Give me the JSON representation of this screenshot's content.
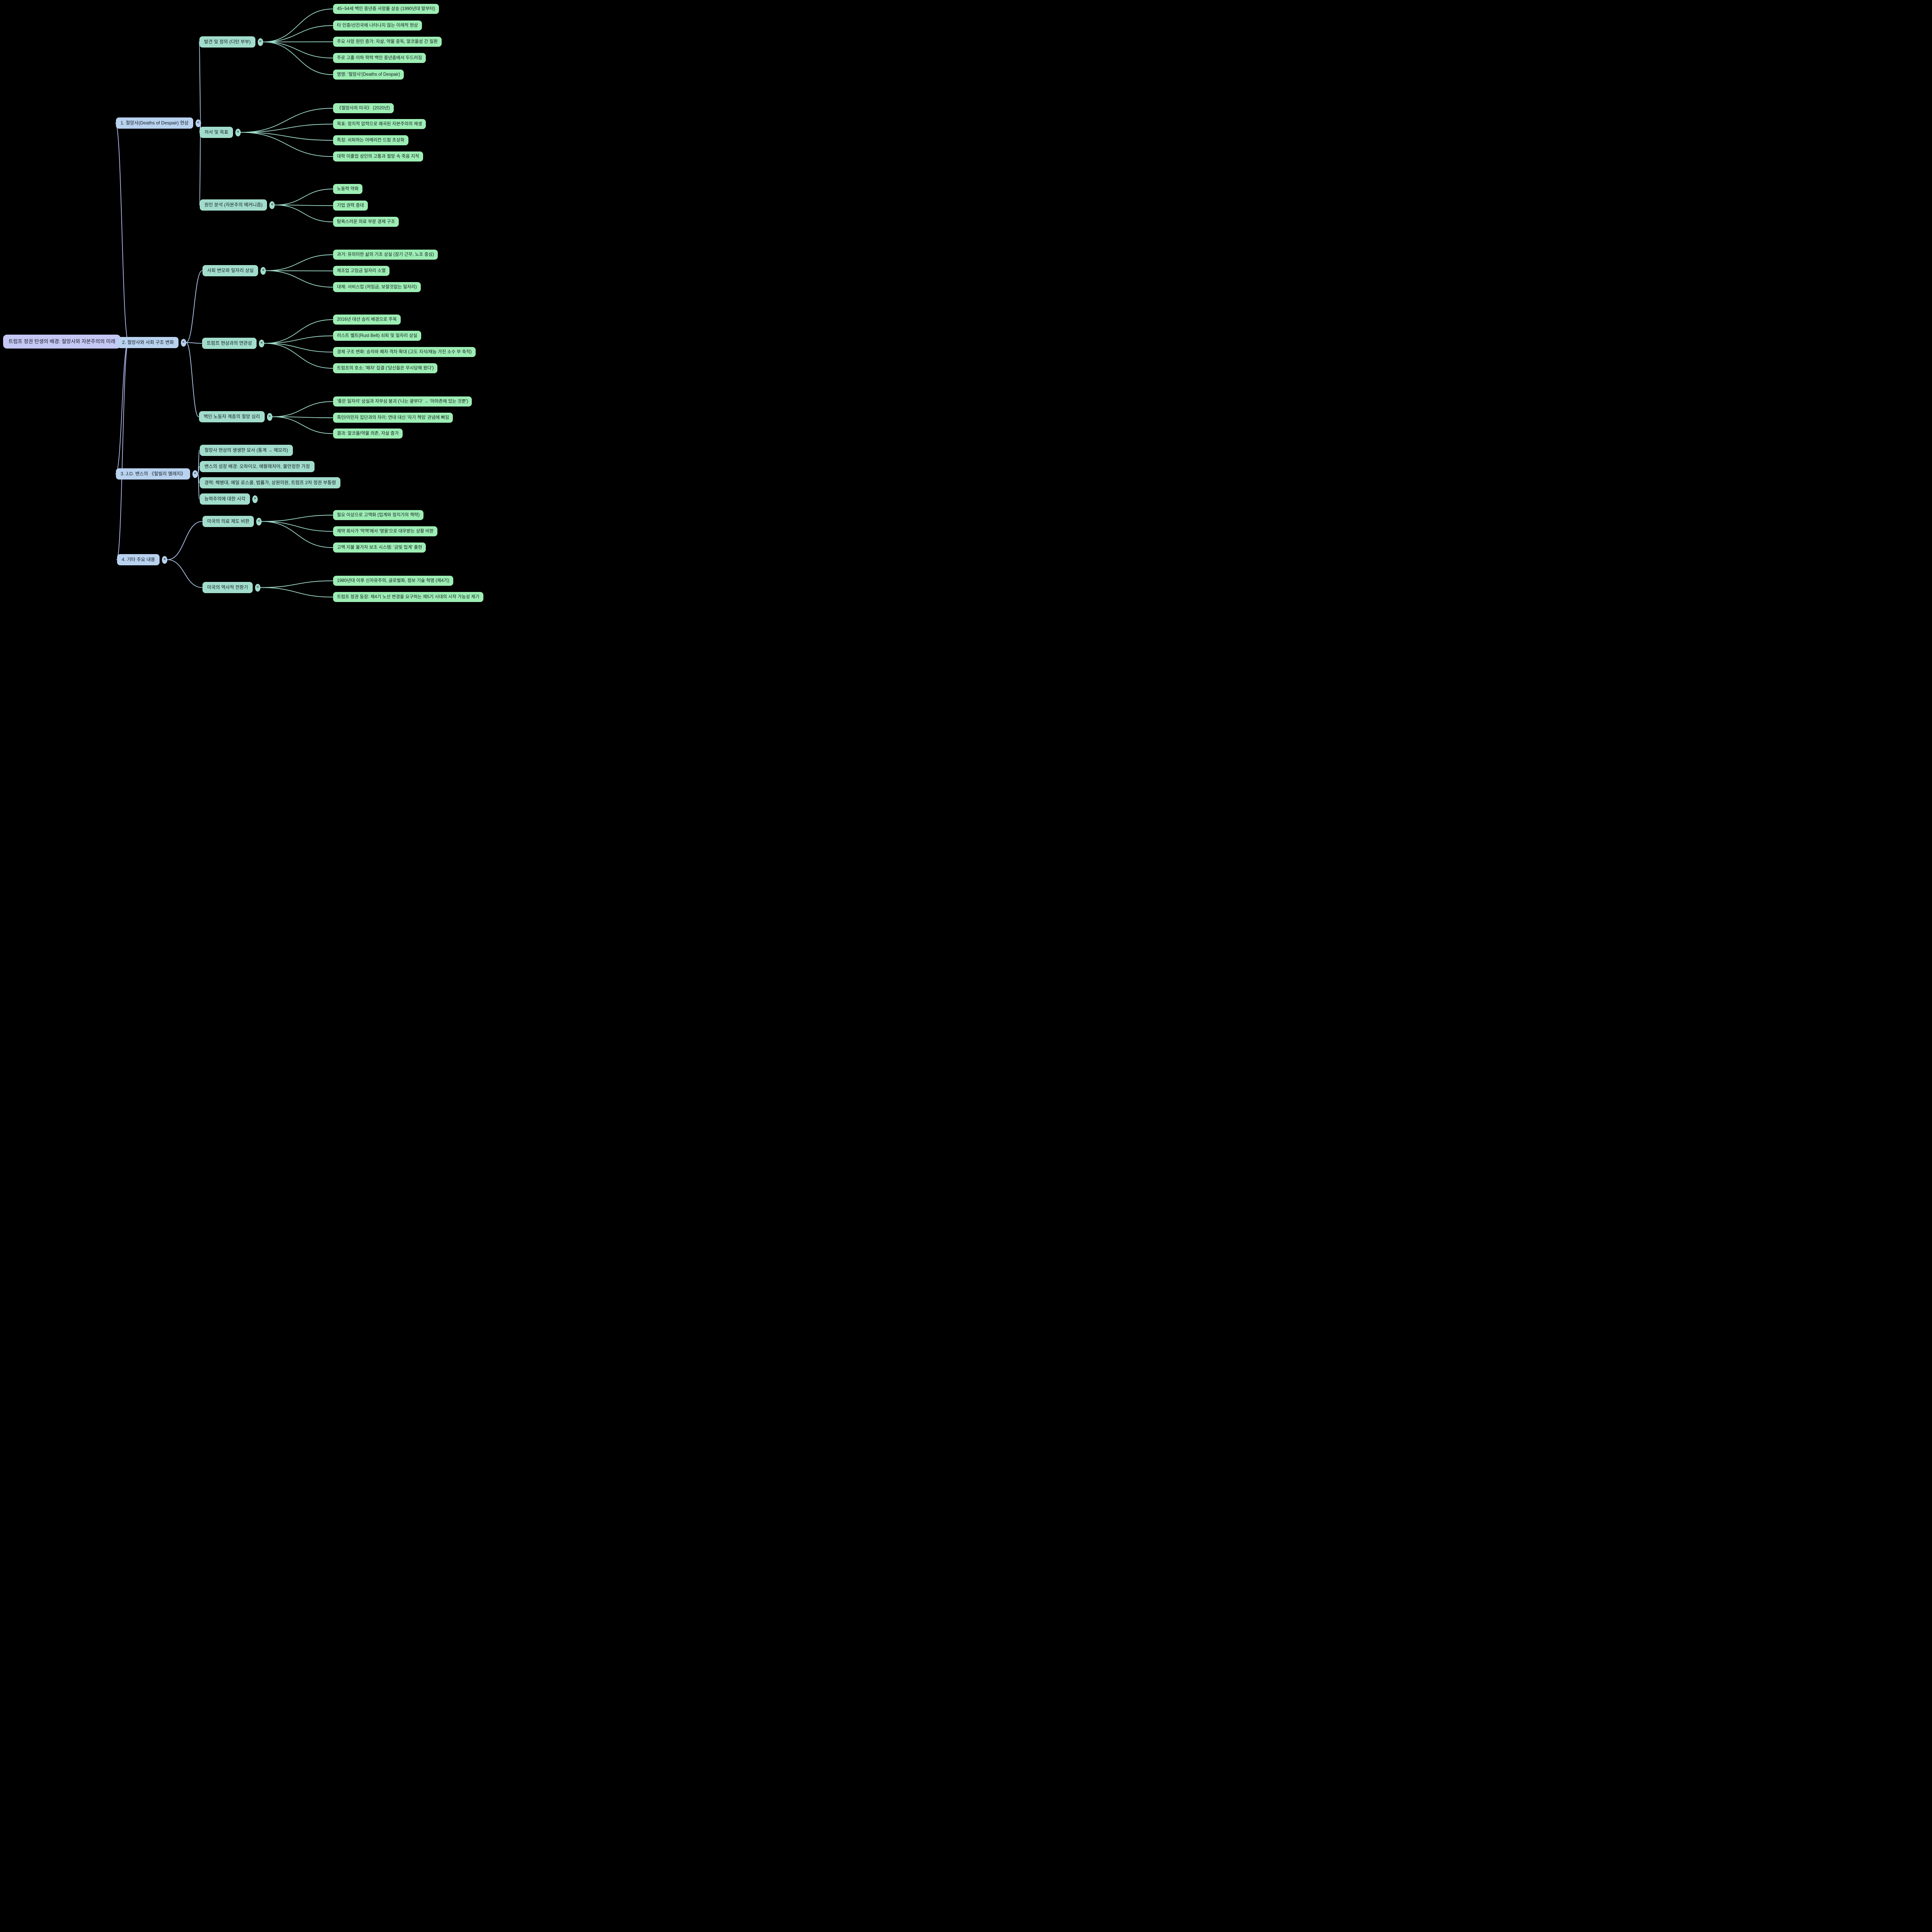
{
  "colors": {
    "bg": "#000000",
    "root-fill": "#c5c7f5",
    "branch-fill": "#b8d2ef",
    "section-fill": "#a2ddcc",
    "leaf-fill": "#9deeb4",
    "edge-l1": "#b3b9ef",
    "edge-l2": "#b3c9ef",
    "edge-l3": "#9fdcca",
    "text": "#141a21"
  },
  "root": {
    "label": "트럼프 정권 탄생의 배경: 절망사와 자본주의의 미래",
    "toggle": "<"
  },
  "branches": [
    {
      "label": "1. 절망사(Deaths of Despair) 현상",
      "toggle": "<",
      "sections": [
        {
          "label": "발견 및 정의 (디턴 부부)",
          "toggle": "<",
          "leaves": [
            {
              "label": "45~54세 백인 중년층 사망률 상승 (1990년대 말부터)"
            },
            {
              "label": "타 인종/선진국에 나타나지 않는 이례적 현상"
            },
            {
              "label": "주요 사망 원인 증가: 자살, 약물 중독, 알코올성 간 질환"
            },
            {
              "label": "주로 고졸 이하 학력 백인 중년층에서 두드러짐"
            },
            {
              "label": "명명: '절망사'(Deaths of Despair)"
            }
          ]
        },
        {
          "label": "저서 및 목표",
          "toggle": "<",
          "leaves": [
            {
              "label": "《절망사의 미국》 (2020년)"
            },
            {
              "label": "목표: 정치적 압력으로 왜곡된 자본주의의 재생"
            },
            {
              "label": "특징: 쇠퇴하는 아메리칸 드림 초상화"
            },
            {
              "label": "대학 미졸업 성인의 고통과 절망 속 죽음 지적"
            }
          ]
        },
        {
          "label": "원인 분석 (자본주의 메커니즘)",
          "toggle": "<",
          "leaves": [
            {
              "label": "노동력 약화"
            },
            {
              "label": "기업 권력 증대"
            },
            {
              "label": "탐욕스러운 의료 부문 경제 구조"
            }
          ]
        }
      ]
    },
    {
      "label": "2. 절망사와 사회 구조 변화",
      "toggle": "<",
      "sections": [
        {
          "label": "사회 변모와 일자리 상실",
          "toggle": "<",
          "leaves": [
            {
              "label": "과거: 유의미한 삶의 기초 상실 (장기 근무, 노조 중심)"
            },
            {
              "label": "제조업 고임금 일자리 소멸"
            },
            {
              "label": "대체: 서비스업 (저임금, 보잘것없는 일자리)"
            }
          ]
        },
        {
          "label": "트럼프 현상과의 연관성",
          "toggle": "<",
          "leaves": [
            {
              "label": "2016년 대선 승리 배경으로 주목"
            },
            {
              "label": "러스트 벨트(Rust Belt) 쇠퇴 및 일자리 상실"
            },
            {
              "label": "경제 구조 변화: 승자와 패자 격차 확대 (고도 지식/재능 가진 소수 부 축적)"
            },
            {
              "label": "트럼프의 호소: '패자' 집결 ('당신들은 무시당해 왔다')"
            }
          ]
        },
        {
          "label": "백인 노동자 계층의 절망 심리",
          "toggle": "<",
          "leaves": [
            {
              "label": "'좋은 일자리' 상실과 자부심 붕괴 ('나는 광부다' → '아마존에 있는 것뿐')"
            },
            {
              "label": "흑인/이민자 집단과의 차이: 연대 대신 '자기 책임' 관념에 빠짐"
            },
            {
              "label": "결과: 알코올/약물 의존, 자살 증가"
            }
          ]
        }
      ]
    },
    {
      "label": "3. J.D. 밴스의 《힐빌리 엘레지》",
      "toggle": "<",
      "sections": [
        {
          "label": "절망사 현상의 생생한 묘사 (통계 → 메모리)"
        },
        {
          "label": "밴스의 성장 배경: 오하이오, 애팔래치아, 불안정한 가정"
        },
        {
          "label": "경력: 해병대, 예일 로스쿨, 법률가, 상원의원, 트럼프 2차 정권 부통령"
        },
        {
          "label": "능력주의에 대한 시각",
          "toggle": ">"
        }
      ]
    },
    {
      "label": "4. 기타 주요 내용",
      "toggle": "<",
      "sections": [
        {
          "label": "미국의 의료 제도 비판",
          "toggle": "<",
          "leaves": [
            {
              "label": "필요 이상으로 고액화 (업계와 정치가의 책략)"
            },
            {
              "label": "제약 회사가 '악역'에서 '영웅'으로 대우받는 상황 비판"
            },
            {
              "label": "고액 지불 불가자 보조 시스템: '금빛 업계' 출현"
            }
          ]
        },
        {
          "label": "미국의 역사적 전환기",
          "toggle": "<",
          "leaves": [
            {
              "label": "1980년대 이후 신자유주의, 글로벌화, 정보 기술 혁명 (제4기)"
            },
            {
              "label": "트럼프 정권 등장: 제4기 노선 변경을 요구하는 제5기 시대의 시작 가능성 제기"
            }
          ]
        }
      ]
    }
  ]
}
